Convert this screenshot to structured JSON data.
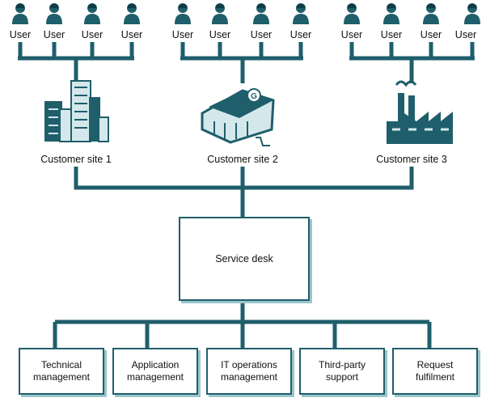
{
  "users": [
    "User",
    "User",
    "User",
    "User",
    "User",
    "User",
    "User",
    "User",
    "User",
    "User",
    "User",
    "User"
  ],
  "sites": [
    "Customer site 1",
    "Customer site 2",
    "Customer site 3"
  ],
  "service_desk": "Service desk",
  "departments": [
    "Technical\nmanagement",
    "Application\nmanagement",
    "IT operations\nmanagement",
    "Third-party\nsupport",
    "Request\nfulfilment"
  ],
  "colors": {
    "line": "#1f5e6b",
    "icon_dark": "#1f5e6b",
    "icon_light": "#d4e8ec"
  }
}
